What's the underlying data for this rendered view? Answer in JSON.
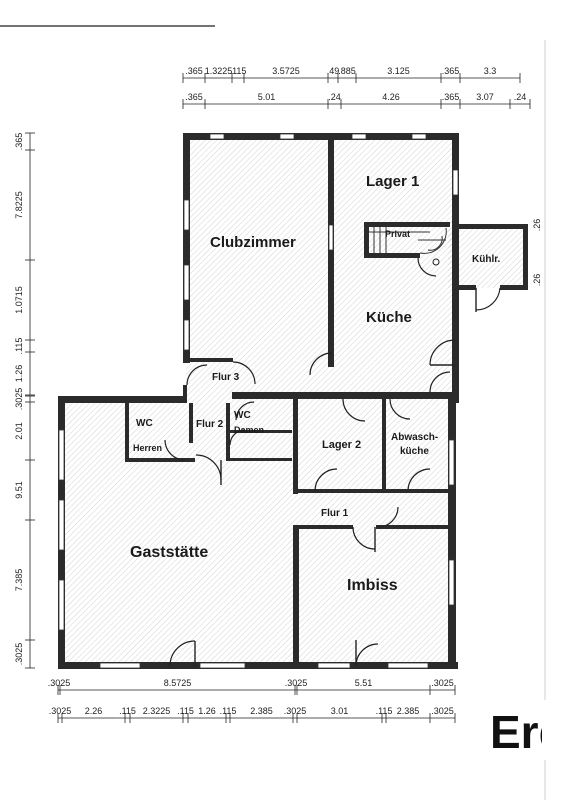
{
  "rooms": {
    "clubzimmer": "Clubzimmer",
    "lager1": "Lager 1",
    "privat": "Privat",
    "kuehlr": "Kühlr.",
    "kueche": "Küche",
    "flur3": "Flur 3",
    "wc1": "WC",
    "herren": "Herren",
    "flur2": "Flur 2",
    "wc2": "WC",
    "damen": "Damen",
    "lager2": "Lager 2",
    "abwasch1": "Abwasch-",
    "abwasch2": "küche",
    "flur1": "Flur 1",
    "gaststaette": "Gaststätte",
    "imbiss": "Imbiss",
    "logo_fragment": "Erd"
  },
  "dims_top_row1": [
    ".365",
    "1.3225",
    ".115",
    "3.5725",
    ".49",
    ".885",
    "3.125",
    ".365",
    "3.3"
  ],
  "dims_top_row2": [
    ".365",
    "5.01",
    ".24",
    "4.26",
    ".365",
    "3.07",
    ".24"
  ],
  "dims_left_upper": [
    ".365",
    "7.8225",
    "1.0715",
    ".115",
    "1.26"
  ],
  "dims_left_lower": [
    ".3025",
    "2.01",
    "9.51",
    "7.385",
    ".3025"
  ],
  "dims_bottom_row1": [
    ".3025",
    "8.5725",
    ".3025",
    "5.51",
    ".3025"
  ],
  "dims_bottom_row2": [
    ".3025",
    "2.26",
    ".115",
    "2.3225",
    ".115",
    "1.26",
    ".115",
    "2.385",
    ".3025",
    "3.01",
    ".115",
    "2.385",
    ".3025"
  ],
  "right_edge_labels": [
    ".26",
    ".26"
  ],
  "colors": {
    "wall": "#2b2b2b",
    "hatch": "#9a9a9a",
    "paper": "#ffffff"
  }
}
